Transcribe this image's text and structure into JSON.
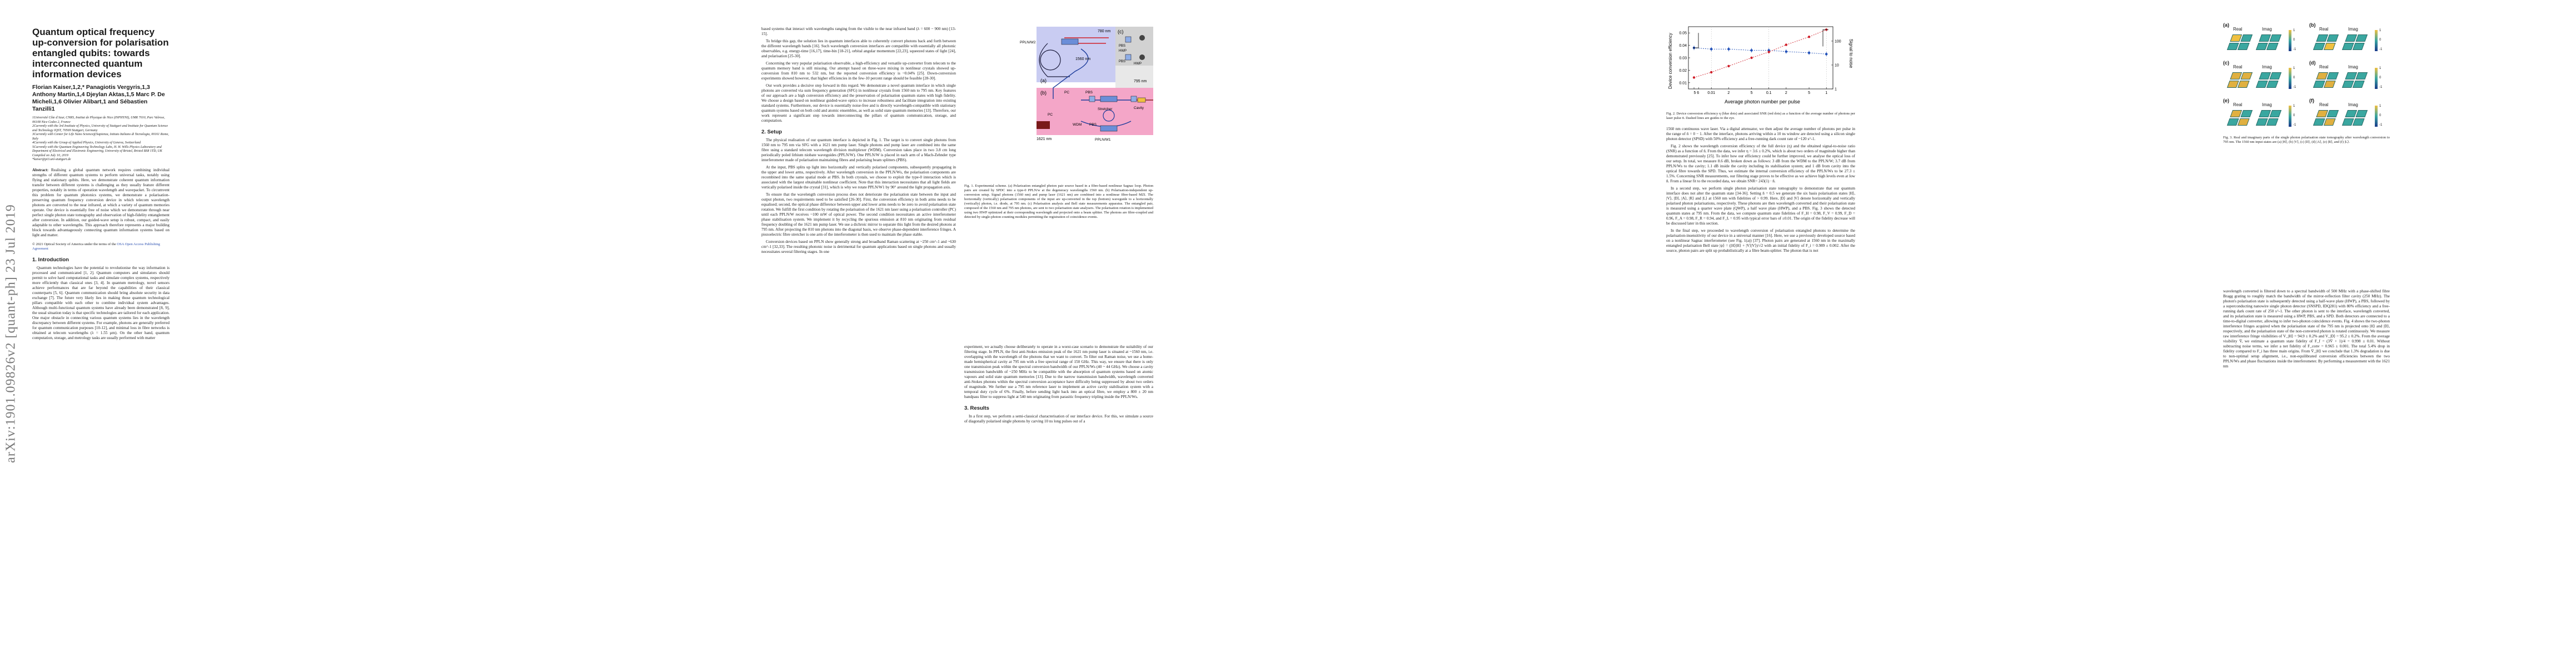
{
  "arxiv_stamp": "arXiv:1901.09826v2  [quant-ph]  23 Jul 2019",
  "page1": {
    "title": "Quantum optical frequency up-conversion for polarisation entangled qubits: towards interconnected quantum information devices",
    "authors": "Florian Kaiser,1,2,* Panagiotis Vergyris,1,3 Anthony Martin,1,4 Djeylan Aktas,1,5 Marc P. De Micheli,1,6 Olivier Alibart,1 and Sébastien Tanzilli1",
    "affiliations": [
      "1Université Côte d'Azur, CNRS, Institut de Physique de Nice (INPHYNI), UMR 7010, Parc Valrose, 06108 Nice Cedex 2, France",
      "2Currently with the 3rd Institute of Physics, University of Stuttgart and Institute for Quantum Science and Technology IQST, 70569 Stuttgart, Germany",
      "3Currently with Center for Life Nano Science@Sapienza, Istituto Italiano di Tecnologia, 00161 Rome, Italy",
      "4Currently with the Group of Applied Physics, University of Geneva, Switzerland",
      "5Currently with the Quantum Engineering Technology Labs, H. H. Wills Physics Laboratory and Department of Electrical and Electronic Engineering, University of Bristol, Bristol BS8 1TD, UK",
      "Compiled on July 10, 2019",
      "*kaiser@pi3.uni-stuttgart.de"
    ],
    "abstract_label": "Abstract:",
    "abstract": "Realising a global quantum network requires combining individual strengths of different quantum systems to perform universal tasks, notably using flying and stationary qubits. Here, we demonstrate coherent quantum information transfer between different systems is challenging as they usually feature different properties, notably in terms of operation wavelength and wavepacket. To circumvent this problem for quantum photonics systems, we demonstrate a polarisation-preserving quantum frequency conversion device in which telecom wavelength photons are converted to the near infrared, at which a variety of quantum memories operate. Our device is essentially free of noise which we demonstrate through near perfect single photon state tomography and observation of high-fidelity entanglement after conversion. In addition, our guided-wave setup is robust, compact, and easily adaptable to other wavelengths. This approach therefore represents a major building block towards advantageously connecting quantum information systems based on light and matter.",
    "copyright": "© 2021 Optical Society of America under the terms of the",
    "copyright_link": "OSA Open Access Publishing Agreement",
    "section": "1. Introduction",
    "intro": [
      "Quantum technologies have the potential to revolutionise the way information is processed and communicated [1, 2]. Quantum computers and simulators should permit to solve hard computational tasks and simulate complex systems, respectively more efficiently than classical ones [3, 4]. In quantum metrology, novel sensors achieve performances that are far beyond the capabilities of their classical counterparts [5, 6]. Quantum communication should bring absolute security in data exchange [7]. The future very likely lies in making those quantum technological pillars compatible with each other to combine individual system advantages. Although multi-functional quantum systems have already been demonstrated [8, 9], the usual situation today is that specific technologies are tailored for each application. One major obstacle in connecting various quantum systems lies in the wavelength discrepancy between different systems. For example, photons are generally preferred for quantum communication purposes [10-12], and minimal loss in fibre networks is obtained at telecom wavelengths (λ = 1.55 µm). On the other hand, quantum computation, storage, and metrology tasks are usually performed with matter"
    ]
  },
  "page2": {
    "col1": [
      "based systems that interact with wavelengths ranging from the visible to the near infrared band (λ = 600 − 900 nm) [13-15].",
      "To bridge this gap, the solution lies in quantum interfaces able to coherently convert photons back and forth between the different wavelength bands [16]. Such wavelength conversion interfaces are compatible with essentially all photonic observables, e.g. energy-time [16,17], time-bin [18-21], orbital angular momentum [22,23], squeezed states of light [24], and polarisation [25-30].",
      "Concerning the very popular polarisation observable, a high-efficiency and versatile up-converter from telecom to the quantum memory band is still missing. Our attempt based on three-wave mixing in nonlinear crystals showed up-conversion from 810 nm to 532 nm, but the reported conversion efficiency is ~0.04% [25]. Down-conversion experiments showed however, that higher efficiencies in the few-10 percent range should be feasible [28-30].",
      "Our work provides a decisive step forward in this regard. We demonstrate a novel quantum interface in which single photons are converted via sum frequency generation (SFG) in nonlinear crystals from 1560 nm to 795 nm. Key features of our approach are a high conversion efficiency and the preservation of polarisation quantum states with high fidelity. We choose a design based on nonlinear guided-wave optics to increase robustness and facilitate integration into existing standard systems. Furthermore, our device is essentially noise-free and is directly wavelength-compatible with stationary quantum systems based on both cold and atomic ensembles, as well as solid state quantum memories [13]. Therefore, our work represent a significant step towards interconnecting the pillars of quantum communication, storage, and computation."
    ],
    "section": "2. Setup",
    "col1b": [
      "The physical realisation of our quantum interface is depicted in Fig. 1. The target is to convert single photons from 1560 nm to 795 nm via SFG with a 1621 nm pump laser. Single photons and pump laser are combined into the same fibre using a standard telecom wavelength division multiplexer (WDM). Conversion takes place in two 3.8 cm long periodically poled lithium niobate waveguides (PPLN/W). One PPLN/W is placed in each arm of a Mach-Zehnder type interferometer made of polarisation maintaining fibres and polarising beam splitters (PBS).",
      "At the input, PBS splits up light into horizontally and vertically polarised components, subsequently propagating in the upper and lower arms, respectively. After wavelength conversion in the PPLN/Ws, the polarisation components are recombined into the same spatial mode at PBS. In both crystals, we choose to exploit the type-0 interaction which is associated with the largest obtainable nonlinear coefficient. Note that this interaction necessitates that all light fields are vertically polarised inside the crystal [31], which is why we rotate PPLN/W1 by 90° around the light propagation axis.",
      "To ensure that the wavelength conversion process does not deteriorate the polarisation state between the input and output photon, two requirements need to be satisfied [26-30]. First, the conversion efficiency in both arms needs to be equalised; second, the optical phase difference between upper and lower arms needs to be zero to avoid polarisation state rotation. We fulfill the first condition by rotating the polarisation of the 1621 nm laser using a polarisation controller (PC) until each PPLN/W receives ~100 mW of optical power. The second condition necessitates an active interferometer phase stabilisation system. We implement it by recycling the spurious emission at 810 nm originating from residual frequency doubling of the 1621 nm pump laser. We use a dichroic mirror to separate this light from the desired photons at 795 nm. After projecting the 810 nm photons into the diagonal basis, we observe phase-dependent interference fringes. A piezoelectric fibre stretcher is one arm of the interferometer is then used to maintain the phase stable.",
      "Conversion devices based on PPLN show generally strong and broadband Raman scattering at ~250 cm^-1 and ~630 cm^-1 [32,33]. The resulting photonic noise is detrimental for quantum applications based on single photons and usually necessitates several filtering stages. In one"
    ],
    "fig1": {
      "labels": [
        "(a)",
        "(b)",
        "(c)",
        "780 nm",
        "1560 nm",
        "795 nm",
        "1621 nm",
        "PPLN/W2",
        "PPLN/W1",
        "WDM",
        "PBS",
        "PBS",
        "PC",
        "PC",
        "Cavity",
        "Stretcher",
        "PBS",
        "HWP",
        "HWP",
        "PBS"
      ],
      "caption": "Fig. 1. Experimental scheme. (a) Polarization entangled photon pair source based in a fibre-based nonlinear Sagnac loop. Photon pairs are created by SPDC into a type-0 PPLN/w at the degeneracy wavelengths 1560 nm. (b) Polarisation-independent up-conversion setup. Signal photons (1560 nm) and pump laser (1621 nm) are combined into a nonlinear fibre-based MZI. The horizontally (vertically) polarisation components of the input are up-converted in the top (bottom) waveguide to a horizontally (vertically) photon, i.e. diode, at 795 nm. (c) Polarisation analysis and Bell state measurements apparatus. The entangled pair, composed of the 1560 nm and 795 nm photons, are sent to two polarisation state analysers. The polarisation rotation is implemented using two HWP optimized at their corresponding wavelength and projected onto a beam splitter. The photons are fibre-coupled and detected by single-photon counting modules permitting the registration of coincidence events."
    },
    "col2": [
      "experiment, we actually choose deliberately to operate in a worst-case scenario to demonstrate the suitability of our filtering stage. In PPLN, the first anti-Stokes emission peak of the 1621 nm pump laser is situated at ~1560 nm, i.e. overlapping with the wavelength of the photons that we want to convert. To filter out Raman noise, we use a home-made hemispherical cavity at 795 nm with a free spectral range of 150 GHz. This way, we ensure that there is only one transmission peak within the spectral conversion bandwidth of our PPLN/Ws (40 ~ 44 GHz). We choose a cavity transmission bandwidth of ~250 MHz to be compatible with the absorption of quantum systems based on atomic vapours and solid state quantum memories [13]. Due to the narrow transmission bandwidth, wavelength converted anti-Stokes photons within the spectral conversion acceptance have difficulty being suppressed by about two orders of magnitude. We further use a 795 nm reference laser to implement an active cavity stabilisation system with a temporal duty cycle of 6%. Finally, before sending light back into an optical fibre, we employ a 800 ± 20 nm bandpass filter to suppress light at 540 nm originating from parasitic frequency tripling inside the PPLN/Ws."
    ],
    "section2": "3. Results",
    "col2b": [
      "In a first step, we perform a semi-classical characterisation of our interface device. For this, we simulate a source of diagonally polarised single photons by carving 10 ns long pulses out of a"
    ]
  },
  "page3": {
    "chart_data": {
      "type": "line",
      "xlabel": "Average photon number per pulse",
      "ylabel_left": "Device conversion efficiency",
      "ylabel_right": "Signal to noise",
      "xscale": "log",
      "x_ticks": [
        "5 6",
        "0.01",
        "2",
        "5",
        "0.1",
        "2",
        "5",
        "1"
      ],
      "x_tick_labels_main": [
        "0.01",
        "0.1",
        "1"
      ],
      "y_left_ticks": [
        "0.01",
        "0.02",
        "0.03",
        "0.04",
        "0.05"
      ],
      "y_right_ticks": [
        "1",
        "10",
        "100"
      ],
      "series": [
        {
          "color": "#1f4fb8",
          "x": [
            0.005,
            0.01,
            0.02,
            0.05,
            0.1,
            0.2,
            0.5,
            1.0
          ],
          "y": [
            0.038,
            0.037,
            0.037,
            0.036,
            0.036,
            0.035,
            0.034,
            0.033
          ]
        },
        {
          "color": "#d0202a",
          "x": [
            0.005,
            0.01,
            0.02,
            0.05,
            0.1,
            0.2,
            0.5,
            1.0
          ],
          "y": [
            3,
            5,
            9,
            20,
            35,
            70,
            150,
            300
          ]
        }
      ]
    },
    "fig2_caption": "Fig. 2. Device conversion efficiency η (blue dots) and associated SNR (red dots) as a function of the average number of photons per laser pulse n̄. Dashed lines are guides to the eye.",
    "col1": [
      "1560 nm continuous wave laser. Via a digital attenuator, we then adjust the average number of photons per pulse in the range of n̄ = 0 − 1. After the interface, photons arriving within a 10 ns window are detected using a silicon single photon detector (SPSD) with 50% efficiency and a free-running dark count rate of ~120 s^-1.",
      "Fig. 2 shows the wavelength conversion efficiency of the full device (η) and the obtained signal-to-noise ratio (SNR) as a function of n̄. From the data, we infer η = 3.6 ± 0.2%, which is about two orders of magnitude higher than demonstrated previously [25]. To infer how our efficiency could be further improved, we analyse the optical loss of our setup. In total, we measure 8.6 dB, broken down as follows: 3 dB from the WDM to the PPLN/W; 3.7 dB from PPLN/Ws to the cavity; 1.1 dB inside the cavity including its stabilisation system; and 1 dB from cavity into the optical fibre towards the SPD. Thus, we estimate the internal conversion efficiency of the PPLN/Ws to be 27.3 ± 1.5%. Concerning SNR measurements, our filtering stage proves to be effective as we achieve high levels even at low n̄. From a linear fit to the recorded data, we obtain SNR= 243(1) · n̄.",
      "In a second step, we perform single photon polarisation state tomography to demonstrate that our quantum interface does not alter the quantum state [34-36]. Setting n̄ = 0.5 we generate the six basis polarisation states |H⟩, |V⟩, |D⟩, |A⟩, |R⟩ and |L⟩ at 1560 nm with fidelities of > 0.99. Here, |D⟩ and |V⟩ denote horizontally and vertically polarised photon polarisations, respectively. These photons are then wavelength converted and their polarisation state is measured using a quarter wave plate (QWP), a half wave plate (HWP), and a PBS. Fig. 3 shows the detected quantum states at 795 nm. From the data, we compute quantum state fidelities of F_H = 0.98, F_V = 0.99, F_D = 0.96, F_A = 0.98, F_R = 0.94, and F_L = 0.95 with typical error bars of ±0.01. The origin of the fidelity decrease will be discussed later in this section.",
      "In the final step, we proceeded to wavelength conversion of polarisation entangled photons to determine the polarisation-insensitivity of our device in a universal manner [16]. Here, we use a previously developed source based on a nonlinear Sagnac interferometer (see Fig. 1(a)) [37]. Photon pairs are generated at 1560 nm in the maximally entangled polarisation Bell state |ψ⟩ = (|H⟩|H⟩ + |V⟩|V⟩)/√2 with an initial fidelity of F_i = 0.989 ± 0.002. After the source, photon pairs are split up probabilistically at a fibre beam-splitter. The photon that is not"
    ],
    "fig3_caption": "Fig. 3. Real and imaginary parts of the single photon polarisation state tomography after wavelength conversion to 795 nm. The 1560 nm input states are (a) |H⟩, (b) |V⟩, (c) |D⟩, (d) |A⟩, (e) |R⟩, and (f) |L⟩.",
    "fig3_panels": [
      "(a)",
      "(b)",
      "(c)",
      "(d)",
      "(e)",
      "(f)"
    ],
    "fig3_sublabels": [
      "Real",
      "Imag"
    ],
    "fig3_colorbar": [
      "1",
      "0",
      "-1"
    ],
    "col2": [
      "wavelength converted is filtered down to a spectral bandwidth of 500 MHz with a phase-shifted fibre Bragg grating to roughly match the bandwidth of the mirror-reflection filter cavity (250 MHz). The photon's polarisation state is subsequently detected using a half-wave plate (HWP), a PBS, followed by a superconducting nanowire single photon detector (SNSPD, IDQ281) with 80% efficiency and a free-running dark count rate of 250 s^-1. The other photon is sent to the interface, wavelength converted, and its polarisation state is measured using a HWP, PBS, and a SPD. Both detectors are connected to a time-to-digital converter, allowing to infer two-photon coincidence events. Fig. 4 shows the two-photon interference fringes acquired when the polarisation state of the 795 nm is projected onto |H⟩ and |D⟩, respectively, and the polarisation state of the non-converted photon is rotated continuously. We measure raw interference fringe visibilities of V_|H⟩ = 94.9 ± 0.2% and V_|D⟩ = 95.2 ± 0.2%. From the average visibility V̄, we estimate a quantum state fidelity of F_f = (3V̄ + 1)/4 = 0.998 ± 0.01. Without subtracting noise terms, we infer a net fidelity of F_conv = 0.965 ± 0.001. The total 5.4% drop in fidelity compared to F_i has three main origins. From V̄_|H⟩ we conclude that 1.3% degradation is due to non-optimal setup alignment, i.e., non-equilibrated conversion efficiencies between the two PPLN/Ws and phase fluctuations inside the interferometer. By performing a measurement with the 1621 nm"
    ]
  }
}
